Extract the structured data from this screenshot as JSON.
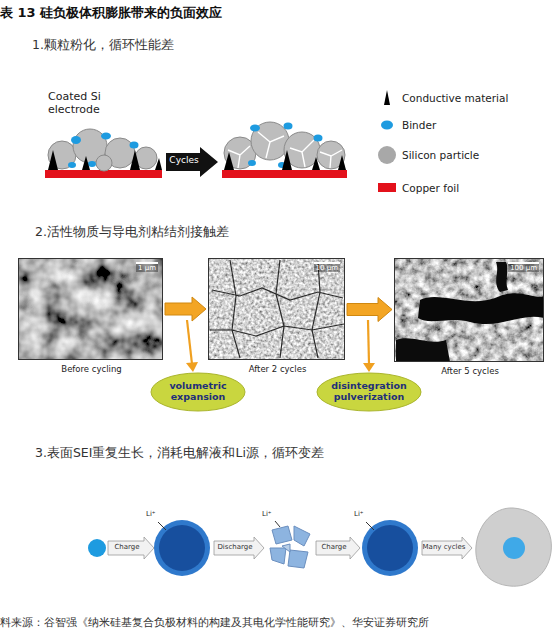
{
  "diagram": {
    "title": "表 13 硅负极体积膨胀带来的负面效应",
    "caption": "料来源：谷智强《纳米硅基复合负极材料的构建及其电化学性能研究》、华安证券研究所",
    "nodes": [
      {
        "text": [
          "1 μm",
          "Before cycling"
        ]
      },
      {
        "text": [
          "10 μm",
          "After 2 cycles"
        ]
      },
      {
        "text": [
          "100 μm",
          "After 5 cycles"
        ]
      },
      {
        "text": [
          "volumetric expansion"
        ]
      },
      {
        "text": [
          "disintegration pulverization"
        ]
      }
    ],
    "edges": [
      {
        "from": 0,
        "to": 1,
        "arrow": "to"
      },
      {
        "from": 1,
        "to": 2,
        "arrow": "to"
      }
    ],
    "labels": [
      "1.颗粒粉化，循环性能差",
      "Coated Si electrode",
      "Cycles",
      "2.活性物质与导电剂粘结剂接触差",
      "3.表面SEI重复生长，消耗电解液和Li源，循环变差",
      "Li⁺",
      "Li⁺",
      "Li⁺",
      "Charge",
      "Discharge",
      "Charge",
      "Many cycles"
    ],
    "legend": [
      {
        "text": "Conductive material",
        "color": "#000000"
      },
      {
        "text": "Binder",
        "color": "#1e9be0"
      },
      {
        "text": "Silicon particle",
        "color": "#a8a8a8"
      },
      {
        "text": "Copper foil",
        "color": "#e3111b"
      }
    ]
  }
}
